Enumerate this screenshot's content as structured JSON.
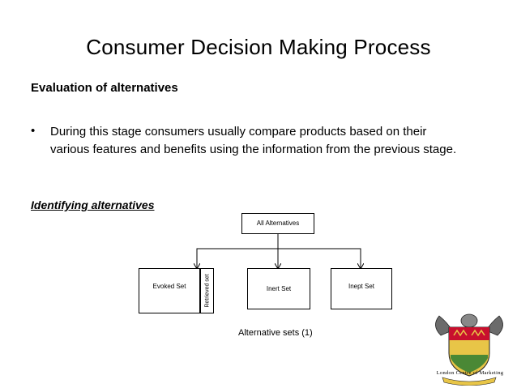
{
  "slide": {
    "title": "Consumer Decision Making Process",
    "subtitle": "Evaluation of alternatives",
    "bullet_marker": "•",
    "bullet_text": " During this stage consumers usually compare products based on their various features and benefits using the information from the previous stage.",
    "section_heading": "Identifying alternatives"
  },
  "diagram": {
    "root": "All Alternatives",
    "evoked": "Evoked Set",
    "retrieved": "Retrieved set",
    "inert": "Inert Set",
    "inept": "Inept Set",
    "caption": "Alternative sets (1)"
  },
  "logo": {
    "text": "London Centre of Marketing",
    "colors": {
      "shield_red": "#c8102e",
      "shield_gold": "#e8c547",
      "shield_green": "#2e7d32",
      "lion": "#c8102e"
    }
  }
}
